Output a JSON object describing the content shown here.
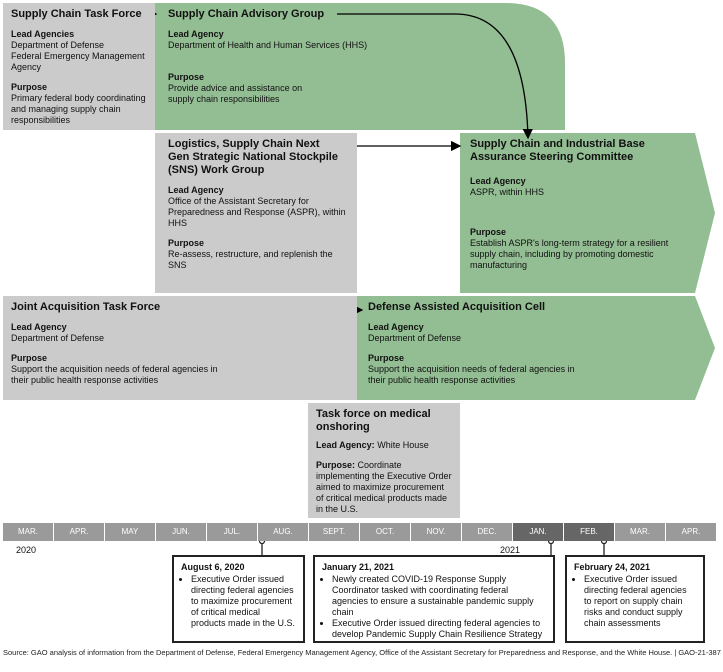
{
  "colors": {
    "green": "#93bd93",
    "grey": "#cbcbcb",
    "timeline": "#9a9a9a",
    "timeline_dark": "#666666"
  },
  "boxes": {
    "task_force": {
      "title": "Supply Chain Task Force",
      "lead_label": "Lead Agencies",
      "lead": "Department of Defense\nFederal Emergency Management Agency",
      "purpose_label": "Purpose",
      "purpose": "Primary federal body coordinating and managing supply chain responsibilities"
    },
    "advisory": {
      "title": "Supply Chain Advisory Group",
      "lead_label": "Lead Agency",
      "lead": "Department of Health and Human Services (HHS)",
      "purpose_label": "Purpose",
      "purpose": "Provide advice and assistance on\nsupply chain responsibilities"
    },
    "logistics": {
      "title": "Logistics, Supply Chain Next Gen Strategic National Stockpile (SNS) Work Group",
      "lead_label": "Lead Agency",
      "lead": "Office of the Assistant Secretary for Preparedness and Response (ASPR), within HHS",
      "purpose_label": "Purpose",
      "purpose": "Re-assess, restructure, and replenish the SNS"
    },
    "steering": {
      "title": "Supply Chain and Industrial Base Assurance Steering Committee",
      "lead_label": "Lead Agency",
      "lead": "ASPR, within HHS",
      "purpose_label": "Purpose",
      "purpose": "Establish ASPR's long-term strategy for a resilient supply chain, including by promoting domestic manufacturing"
    },
    "joint": {
      "title": "Joint Acquisition Task Force",
      "lead_label": "Lead Agency",
      "lead": "Department of Defense",
      "purpose_label": "Purpose",
      "purpose": "Support the acquisition needs of federal agencies in their public health response activities"
    },
    "defense": {
      "title": "Defense Assisted Acquisition Cell",
      "lead_label": "Lead Agency",
      "lead": "Department of Defense",
      "purpose_label": "Purpose",
      "purpose": "Support the acquisition needs of federal agencies in their public health response activities"
    },
    "onshoring": {
      "title": "Task force on medical onshoring",
      "lead_label": "Lead Agency:",
      "lead": "White House",
      "purpose_label": "Purpose:",
      "purpose": "Coordinate implementing the Executive Order aimed to maximize procurement of critical medical products made in the U.S."
    }
  },
  "timeline": {
    "months": [
      "MAR.",
      "APR.",
      "MAY",
      "JUN.",
      "JUL.",
      "AUG.",
      "SEPT.",
      "OCT.",
      "NOV.",
      "DEC.",
      "JAN.",
      "FEB.",
      "MAR.",
      "APR."
    ],
    "years": [
      "2020",
      "2021"
    ]
  },
  "events": [
    {
      "date": "August 6, 2020",
      "items": [
        "Executive Order issued directing federal agencies to maximize procurement of critical medical products made in the U.S."
      ]
    },
    {
      "date": "January 21, 2021",
      "items": [
        "Newly created COVID-19 Response Supply Coordinator tasked with coordinating federal agencies to ensure a sustainable pandemic supply chain",
        "Executive Order issued directing federal agencies to develop Pandemic Supply Chain Resilience Strategy"
      ]
    },
    {
      "date": "February 24, 2021",
      "items": [
        "Executive Order issued directing federal agencies to report on supply chain risks and conduct supply chain assessments"
      ]
    }
  ],
  "source": "Source: GAO analysis of information from the Department of Defense, Federal Emergency Management Agency, Office of the Assistant Secretary for Preparedness and Response, and the White House.  |  GAO-21-387"
}
